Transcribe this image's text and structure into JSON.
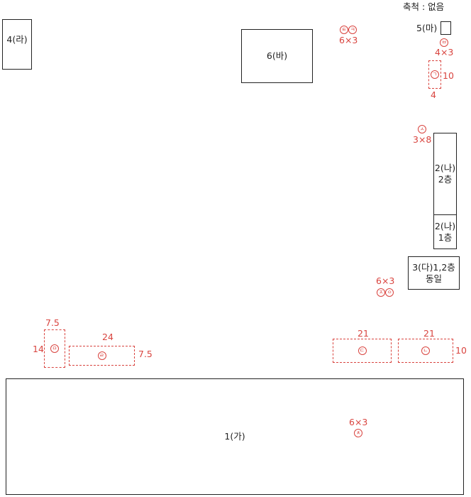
{
  "scale_note": "축척 : 없음",
  "buildings": {
    "b1": {
      "label": "1(가)"
    },
    "b2_upper": {
      "line1": "2(나)",
      "line2": "2층"
    },
    "b2_lower": {
      "line1": "2(나)",
      "line2": "1층"
    },
    "b3": {
      "line1": "3(다)1,2층",
      "line2": "동일"
    },
    "b4": {
      "label": "4(라)"
    },
    "b5": {
      "label": "5(마)"
    },
    "b6": {
      "label": "6(바)"
    }
  },
  "red_marks": {
    "giyeok": {
      "symbol": "ㄱ",
      "width_label": "4",
      "height_label": "10"
    },
    "nieun": {
      "symbol": "ㄴ",
      "width_label": "21",
      "height_label": "10"
    },
    "digeut": {
      "symbol": "ㄷ",
      "width_label": "21"
    },
    "rieul": {
      "symbol": "ㄹ",
      "width_label": "24",
      "height_label": "7.5"
    },
    "mieum": {
      "symbol": "ㅁ",
      "width_label": "7.5",
      "height_label": "14"
    },
    "bieup": {
      "symbol": "ㅂ",
      "size": "4×3"
    },
    "siot": {
      "symbol": "ㅅ",
      "size": "3×8"
    },
    "jieut_ieung": {
      "symbols": [
        "ㅈ",
        "ㅇ"
      ],
      "size": "6×3"
    },
    "chieut": {
      "symbol": "ㅊ",
      "size": "6×3"
    },
    "tieut_kieuk": {
      "symbols": [
        "ㅌ",
        "ㅋ"
      ],
      "size": "6×3"
    }
  }
}
